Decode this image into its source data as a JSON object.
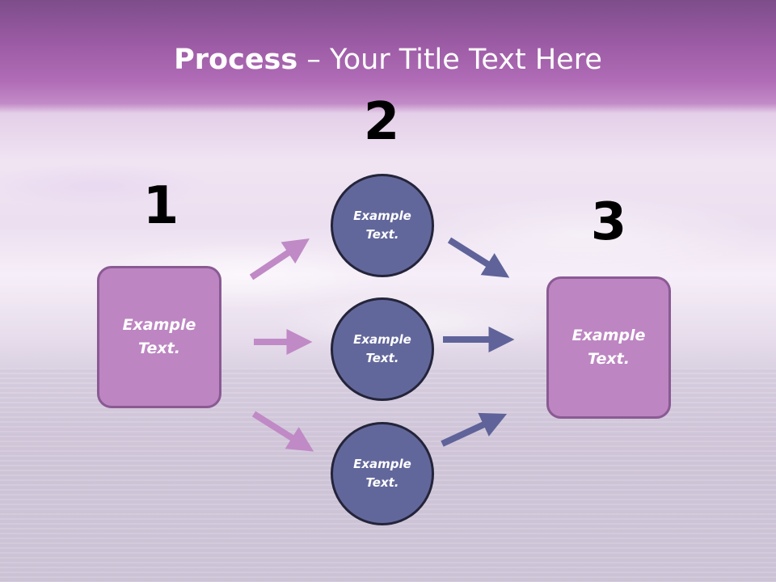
{
  "title": {
    "bold": "Process",
    "rest": " – Your Title Text Here"
  },
  "steps": [
    {
      "number": "1"
    },
    {
      "number": "2"
    },
    {
      "number": "3"
    }
  ],
  "left_box": {
    "line1": "Example",
    "line2": "Text."
  },
  "right_box": {
    "line1": "Example",
    "line2": "Text."
  },
  "circles": [
    {
      "line1": "Example",
      "line2": "Text."
    },
    {
      "line1": "Example",
      "line2": "Text."
    },
    {
      "line1": "Example",
      "line2": "Text."
    }
  ],
  "colors": {
    "box_fill": "#bd85c2",
    "circle_fill": "#62679b",
    "arrow_left": "#c08ac6",
    "arrow_right": "#5f6399"
  }
}
